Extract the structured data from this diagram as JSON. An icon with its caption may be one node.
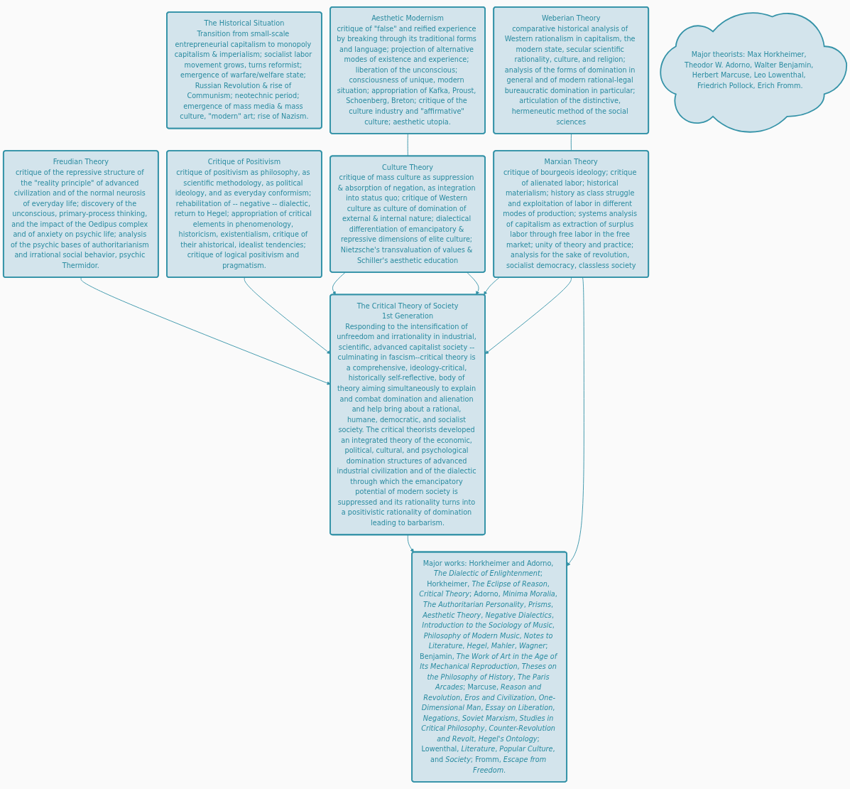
{
  "diagram": {
    "nodes": [
      {
        "text": [
          "The Historical Situation",
          "Transition from small-scale entrepreneurial capitalism to monopoly capitalism & imperialism; socialist labor movement grows, turns reformist; emergence of warfare/welfare state; Russian Revolution & rise of Communism; neotechnic period; emergence of mass media & mass culture, \"modern\" art; rise of Nazism."
        ]
      },
      {
        "text": [
          "Weberian Theory",
          "comparative historical analysis of Western rationalism in capitalism, the modern state, secular scientific rationality, culture, and religion; analysis of the forms of domination in general and of modern rational-legal bureaucratic domination in particular; articulation of the distinctive, hermeneutic method of the social sciences"
        ]
      },
      {
        "text": [
          "Freudian Theory",
          "critique of the repressive structure of the \"reality principle\" of advanced civilization and of the normal neurosis of everyday life; discovery of the unconscious, primary-process thinking, and the impact of the Oedipus complex and of anxiety on psychic life; analysis of the psychic bases of authoritarianism and irrational social behavior, psychic Thermidor."
        ]
      },
      {
        "text": [
          "Critique of Positivism",
          "critique of positivism as philosophy, as scientific methodology, as political ideology, and as everyday conformism; rehabilitation of -- negative -- dialectic, return to Hegel; appropriation of critical elements in phenomenology, historicism, existentialism, critique of their ahistorical, idealist tendencies; critique of logical positivism and pragmatism."
        ]
      },
      {
        "text": [
          "Aesthetic Modernism",
          "critique of \"false\" and reified experience by breaking through its traditional forms and language; projection of alternative modes of existence and experience; liberation of the unconscious; consciousness of unique, modern situation; appropriation of Kafka, Proust, Schoenberg, Breton; critique of the culture industry and \"affirmative\" culture; aesthetic utopia."
        ]
      },
      {
        "text": [
          "Marxian Theory",
          "critique of bourgeois ideology; critique of alienated labor; historical materialism; history as class struggle and exploitation of labor in different modes of production; systems analysis of capitalism as extraction of surplus labor through free labor in the free market; unity of theory and practice; analysis for the sake of revolution, socialist democracy, classless society"
        ]
      },
      {
        "text": [
          "The Critical Theory of Society",
          "1st Generation",
          "Responding to the intensification of unfreedom and irrationality in industrial, scientific, advanced capitalist society -- culminating in fascism--critical theory is a comprehensive, ideology-critical, historically self-reflective, body of theory aiming simultaneously to explain and combat domination and alienation and help bring about a rational, humane, democratic, and socialist society. The critical theorists developed an integrated theory of the economic, political, cultural, and psychological domination structures of advanced industrial civilization and of the dialectic through which the emancipatory potential of modern society is suppressed and its rationality turns into a positivistic rationality of domination leading to barbarism."
        ]
      },
      {
        "text": [
          "Culture Theory",
          "critique of mass culture as suppression & absorption of negation, as integration into status quo; critique of Western culture as culture of domination of external & internal nature; dialectical differentiation of emancipatory & repressive dimensions of elite culture; Nietzsche's transvaluation of values & Schiller's aesthetic education"
        ]
      },
      {
        "text": [
          "Major theorists: Max Horkheimer, Theodor W. Adorno, Walter Benjamin, Herbert Marcuse, Leo Lowenthal, Friedrich Pollock, Erich Fromm."
        ]
      },
      {
        "text": [
          "Major works: Horkheimer and Adorno, *The Dialectic of Enlightenment*; Horkheimer, *The Eclipse of Reason*, *Critical Theory*; Adorno, *Minima Moralia*, *The Authoritarian Personality*, *Prisms*, *Aesthetic Theory*, *Negative Dialectics*, *Introduction to the Sociology of Music*, *Philosophy of Modern Music*, *Notes to Literature*, *Hegel*, *Mahler*, *Wagner*; Benjamin, *The Work of Art in the Age of Its Mechanical Reproduction*, *Theses on the Philosophy of History*, *The Paris Arcades*; Marcuse, *Reason and Revolution*, *Eros and Civilization*, *One-Dimensional Man*, *Essay on Liberation*, *Negations*, *Soviet Marxism*, *Studies in Critical Philosophy*, *Counter-Revolution and Revolt*, *Hegel's Ontology*; Lowenthal, *Literature*, *Popular Culture*, and *Society*; Fromm, *Escape from Freedom*."
        ]
      }
    ],
    "edges": [
      {
        "from": 1,
        "to": 5,
        "arrow": "none"
      },
      {
        "from": 5,
        "to": 6,
        "arrow": "to"
      },
      {
        "from": 2,
        "to": 6,
        "arrow": "to"
      },
      {
        "from": 3,
        "to": 6,
        "arrow": "to"
      },
      {
        "from": 4,
        "to": 7,
        "arrow": "none"
      },
      {
        "from": 7,
        "to": 6,
        "arrow": "to"
      },
      {
        "from": 7,
        "to": 6,
        "arrow": "to"
      },
      {
        "from": 5,
        "to": 6,
        "arrow": "to"
      },
      {
        "from": 6,
        "to": 9,
        "arrow": "to"
      },
      {
        "from": 5,
        "to": 9,
        "arrow": "to"
      }
    ]
  }
}
